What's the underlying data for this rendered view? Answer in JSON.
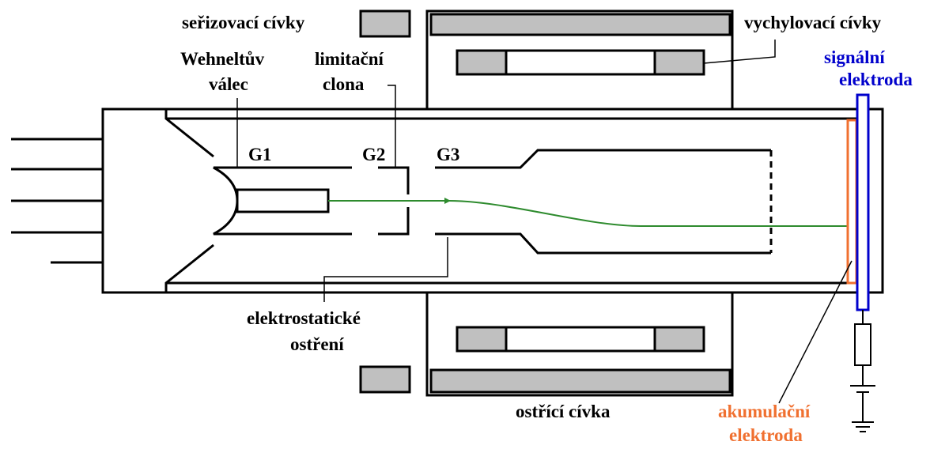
{
  "labels": {
    "serizovaci": "seřizovací cívky",
    "vychylovaci": "vychylovací cívky",
    "wehnelt_1": "Wehneltův",
    "wehnelt_2": "válec",
    "limitacni_1": "limitační",
    "limitacni_2": "clona",
    "signalni_1": "signální",
    "signalni_2": "elektroda",
    "g1": "G1",
    "g2": "G2",
    "g3": "G3",
    "elektrostaticke_1": "elektrostatické",
    "elektrostaticke_2": "ostření",
    "ostrici": "ostřící cívka",
    "akumulacni_1": "akumulační",
    "akumulacni_2": "elektroda"
  },
  "colors": {
    "coil_fill": "#c0c0c0",
    "beam": "#2e8b2e",
    "signal_electrode": "#0000cc",
    "accumulation_electrode": "#f07030",
    "line": "#000000",
    "text": "#000000"
  }
}
